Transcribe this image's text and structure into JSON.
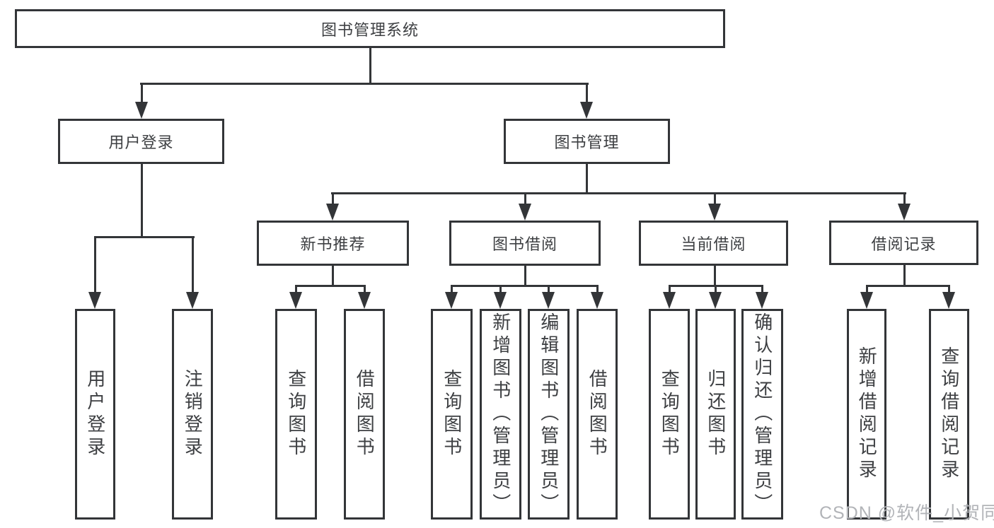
{
  "diagram": {
    "root": "图书管理系统",
    "branches": [
      {
        "label": "用户登录",
        "children": [
          "用户登录",
          "注销登录"
        ]
      },
      {
        "label": "图书管理",
        "children": [
          {
            "label": "新书推荐",
            "children": [
              "查询图书",
              "借阅图书"
            ]
          },
          {
            "label": "图书借阅",
            "children": [
              "查询图书",
              "新增图书（管理员）",
              "编辑图书（管理员）",
              "借阅图书"
            ]
          },
          {
            "label": "当前借阅",
            "children": [
              "查询图书",
              "归还图书",
              "确认归还（管理员）"
            ]
          },
          {
            "label": "借阅记录",
            "children": [
              "新增借阅记录",
              "查询借阅记录"
            ]
          }
        ]
      }
    ]
  },
  "watermark": "CSDN @软件_小贺同学",
  "colors": {
    "line": "#333538",
    "text": "#3d3f42",
    "watermark": "#b2b4b8",
    "background": "#ffffff"
  }
}
